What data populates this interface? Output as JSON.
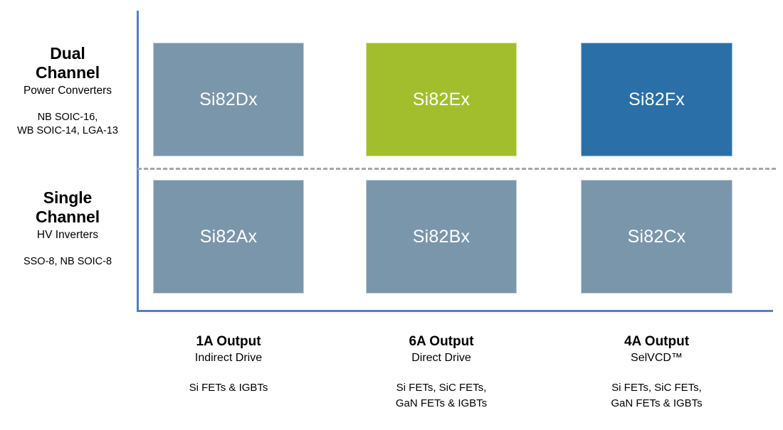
{
  "chart_data": {
    "type": "table",
    "title": "",
    "xlabel": "",
    "ylabel": "",
    "grid": false,
    "legend": "none",
    "row_categories": [
      "Dual Channel",
      "Single Channel"
    ],
    "column_categories": [
      "1A Output",
      "6A Output",
      "4A Output"
    ],
    "cells": [
      {
        "row": "Dual Channel",
        "column": "1A Output",
        "value": "Si82Dx",
        "color": "#7A96AB"
      },
      {
        "row": "Dual Channel",
        "column": "6A Output",
        "value": "Si82Ex",
        "color": "#A3BE2C"
      },
      {
        "row": "Dual Channel",
        "column": "4A Output",
        "value": "Si82Fx",
        "color": "#2A6FA8"
      },
      {
        "row": "Single Channel",
        "column": "1A Output",
        "value": "Si82Ax",
        "color": "#7A96AB"
      },
      {
        "row": "Single Channel",
        "column": "6A Output",
        "value": "Si82Bx",
        "color": "#7A96AB"
      },
      {
        "row": "Single Channel",
        "column": "4A Output",
        "value": "Si82Cx",
        "color": "#7A96AB"
      }
    ]
  },
  "colors": {
    "axis": "#537FC4",
    "divider": "#A6A6A6",
    "box_blue_gray": "#7A96AB",
    "box_green": "#A3BE2C",
    "box_blue": "#2A6FA8",
    "box_text": "#FFFFFF",
    "label_text": "#000000",
    "background": "#FFFFFF"
  },
  "rows": [
    {
      "title_line1": "Dual",
      "title_line2": "Channel",
      "subtitle": "Power Converters",
      "packages_line1": "NB SOIC-16,",
      "packages_line2": "WB SOIC-14, LGA-13"
    },
    {
      "title_line1": "Single",
      "title_line2": "Channel",
      "subtitle": "HV Inverters",
      "packages_line1": "SSO-8, NB SOIC-8",
      "packages_line2": ""
    }
  ],
  "boxes": {
    "dual": [
      {
        "label": "Si82Dx"
      },
      {
        "label": "Si82Ex"
      },
      {
        "label": "Si82Fx"
      }
    ],
    "single": [
      {
        "label": "Si82Ax"
      },
      {
        "label": "Si82Bx"
      },
      {
        "label": "Si82Cx"
      }
    ]
  },
  "columns": [
    {
      "title": "1A Output",
      "subtitle": "Indirect Drive",
      "tech_line1": "Si FETs & IGBTs",
      "tech_line2": ""
    },
    {
      "title": "6A Output",
      "subtitle": "Direct Drive",
      "tech_line1": "Si FETs, SiC FETs,",
      "tech_line2": "GaN FETs & IGBTs"
    },
    {
      "title": "4A Output",
      "subtitle": "SelVCD™",
      "tech_line1": "Si FETs, SiC FETs,",
      "tech_line2": "GaN FETs & IGBTs"
    }
  ]
}
